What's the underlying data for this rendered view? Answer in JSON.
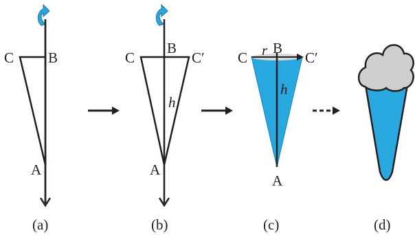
{
  "panels": [
    {
      "caption": "(a)",
      "points": {
        "C": "C",
        "B": "B",
        "A": "A"
      }
    },
    {
      "caption": "(b)",
      "points": {
        "C": "C",
        "B": "B",
        "C_prime": "C′",
        "A": "A"
      },
      "height_label": "h"
    },
    {
      "caption": "(c)",
      "points": {
        "C": "C",
        "B": "B",
        "C_prime": "C′",
        "A": "A"
      },
      "height_label": "h",
      "radius_label": "r"
    },
    {
      "caption": "(d)"
    }
  ],
  "colors": {
    "ink": "#231f20",
    "cone_fill": "#29a8df",
    "rotation_arrow": "#29a8df",
    "cloud_fill": "#cfcfd0",
    "base_ellipse": "#d8d8d8"
  },
  "icons": {
    "rotation": "rotation-arrow-icon",
    "process_arrow": "arrow-right-icon",
    "dashed_arrow": "dashed-arrow-right-icon"
  }
}
